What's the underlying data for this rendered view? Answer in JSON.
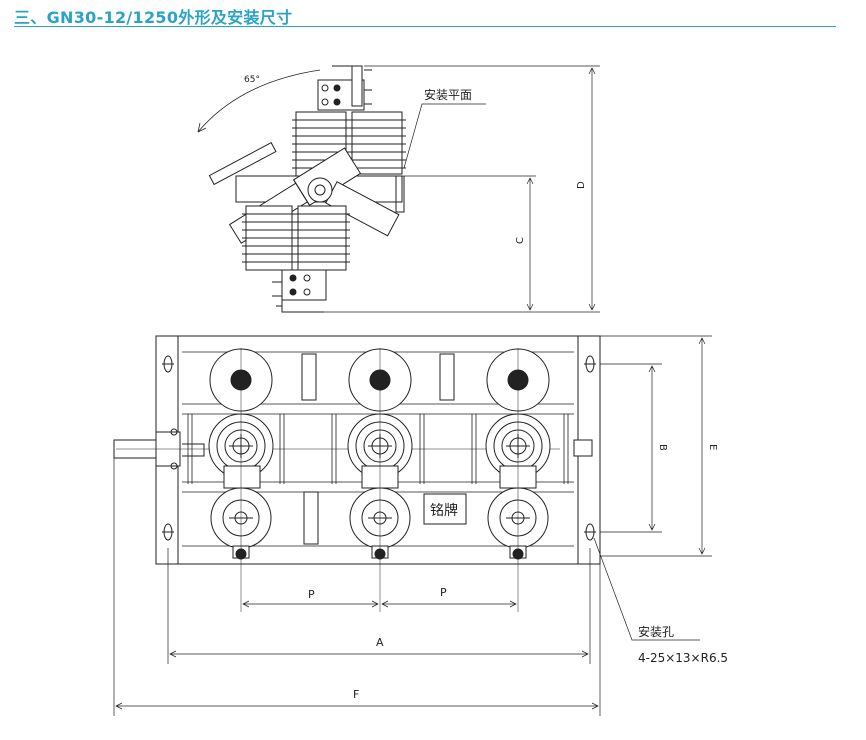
{
  "title": "三、GN30-12/1250外形及安装尺寸",
  "labels": {
    "angle": "65°",
    "mounting_plane": "安装平面",
    "dim_d": "D",
    "dim_c": "C",
    "dim_b": "B",
    "dim_e": "E",
    "dim_p1": "P",
    "dim_p2": "P",
    "dim_a": "A",
    "dim_f": "F",
    "nameplate": "铭牌",
    "mount_hole": "安装孔",
    "mount_hole_spec": "4-25×13×R6.5"
  }
}
